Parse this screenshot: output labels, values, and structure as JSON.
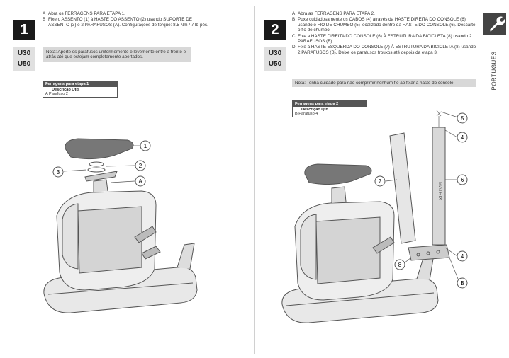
{
  "step1": {
    "number": "1",
    "models": [
      "U30",
      "U50"
    ],
    "instructions": [
      {
        "letter": "A",
        "text": "Abra os FERRAGENS PARA ETAPA 1."
      },
      {
        "letter": "B",
        "text": "Fixe o ASSENTO (1) à HASTE DO ASSENTO (2) usando SUPORTE DE ASSENTO (3) e 2 PARAFUSOS (A). Configurações de torque: 8.5 Nm / 7 lb-pés."
      }
    ],
    "note": "Nota: Aperte os parafusos uniformemente e levemente entre a frente e atrás até que estejam completamente apertados.",
    "hardware": {
      "header": "Ferragens para etapa 1",
      "column": "Descrição Qtd.",
      "items": [
        "A Parafuso 2"
      ]
    },
    "callouts": [
      "1",
      "2",
      "3",
      "A"
    ]
  },
  "step2": {
    "number": "2",
    "models": [
      "U30",
      "U50"
    ],
    "instructions": [
      {
        "letter": "A",
        "text": "Abra as FERRAGENS PARA ETAPA 2."
      },
      {
        "letter": "B",
        "text": "Puxe cuidadosamente os CABOS (4) através da HASTE DIREITA DO CONSOLE (6) usando o FIO DE CHUMBO (5) localizado dentro da HASTE DO CONSOLE (6). Descarte o fio de chumbo."
      },
      {
        "letter": "C",
        "text": "Fixe a HASTE DIREITA DO CONSOLE (6) À ESTRUTURA DA BICICLETA (8) usando 2 PARAFUSOS (B)."
      },
      {
        "letter": "D",
        "text": "Fixe a HASTE ESQUERDA DO CONSOLE (7) À ESTRUTURA DA BICICLETA (8) usando 2 PARAFUSOS (B). Deixe os parafusos frouxos até depois da etapa 3."
      }
    ],
    "note": "Nota: Tenha cuidado para não comprimir nenhum fio ao fixar a haste do console.",
    "hardware": {
      "header": "Ferragens para etapa 2",
      "column": "Descrição Qtd.",
      "items": [
        "B Parafuso 4"
      ]
    },
    "callouts": [
      "5",
      "4",
      "6",
      "7",
      "4",
      "8",
      "B"
    ]
  },
  "sidebar": {
    "language": "PORTUGUÊS",
    "icon": "wrench-icon"
  },
  "colors": {
    "badge": "#1a1a1a",
    "note_bg": "#d8d8d8",
    "tab": "#444444"
  }
}
